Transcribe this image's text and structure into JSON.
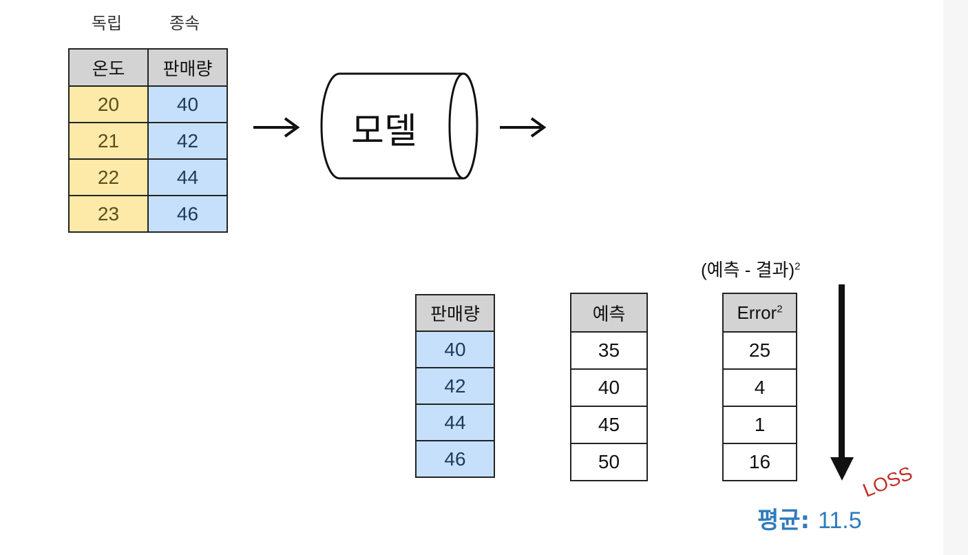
{
  "top_table": {
    "label_independent": "독립",
    "label_dependent": "종속",
    "headers": [
      "온도",
      "판매량"
    ],
    "rows": [
      [
        "20",
        "40"
      ],
      [
        "21",
        "42"
      ],
      [
        "22",
        "44"
      ],
      [
        "23",
        "46"
      ]
    ]
  },
  "model": {
    "label": "모델"
  },
  "formula": {
    "text": "(예측 - 결과)",
    "exponent": "2"
  },
  "bottom": {
    "actual": {
      "header": "판매량",
      "values": [
        "40",
        "42",
        "44",
        "46"
      ]
    },
    "predicted": {
      "header": "예측",
      "values": [
        "35",
        "40",
        "45",
        "50"
      ]
    },
    "error": {
      "header": "Error",
      "header_exp": "2",
      "values": [
        "25",
        "4",
        "1",
        "16"
      ]
    }
  },
  "loss_label": "LOSS",
  "mean": {
    "label": "평균:",
    "value": "11.5"
  },
  "colors": {
    "independent": "#fdeaa8",
    "dependent": "#c6e0fb",
    "header": "#d3d3d3",
    "loss": "#c0302a",
    "mean": "#2f7bbd"
  }
}
